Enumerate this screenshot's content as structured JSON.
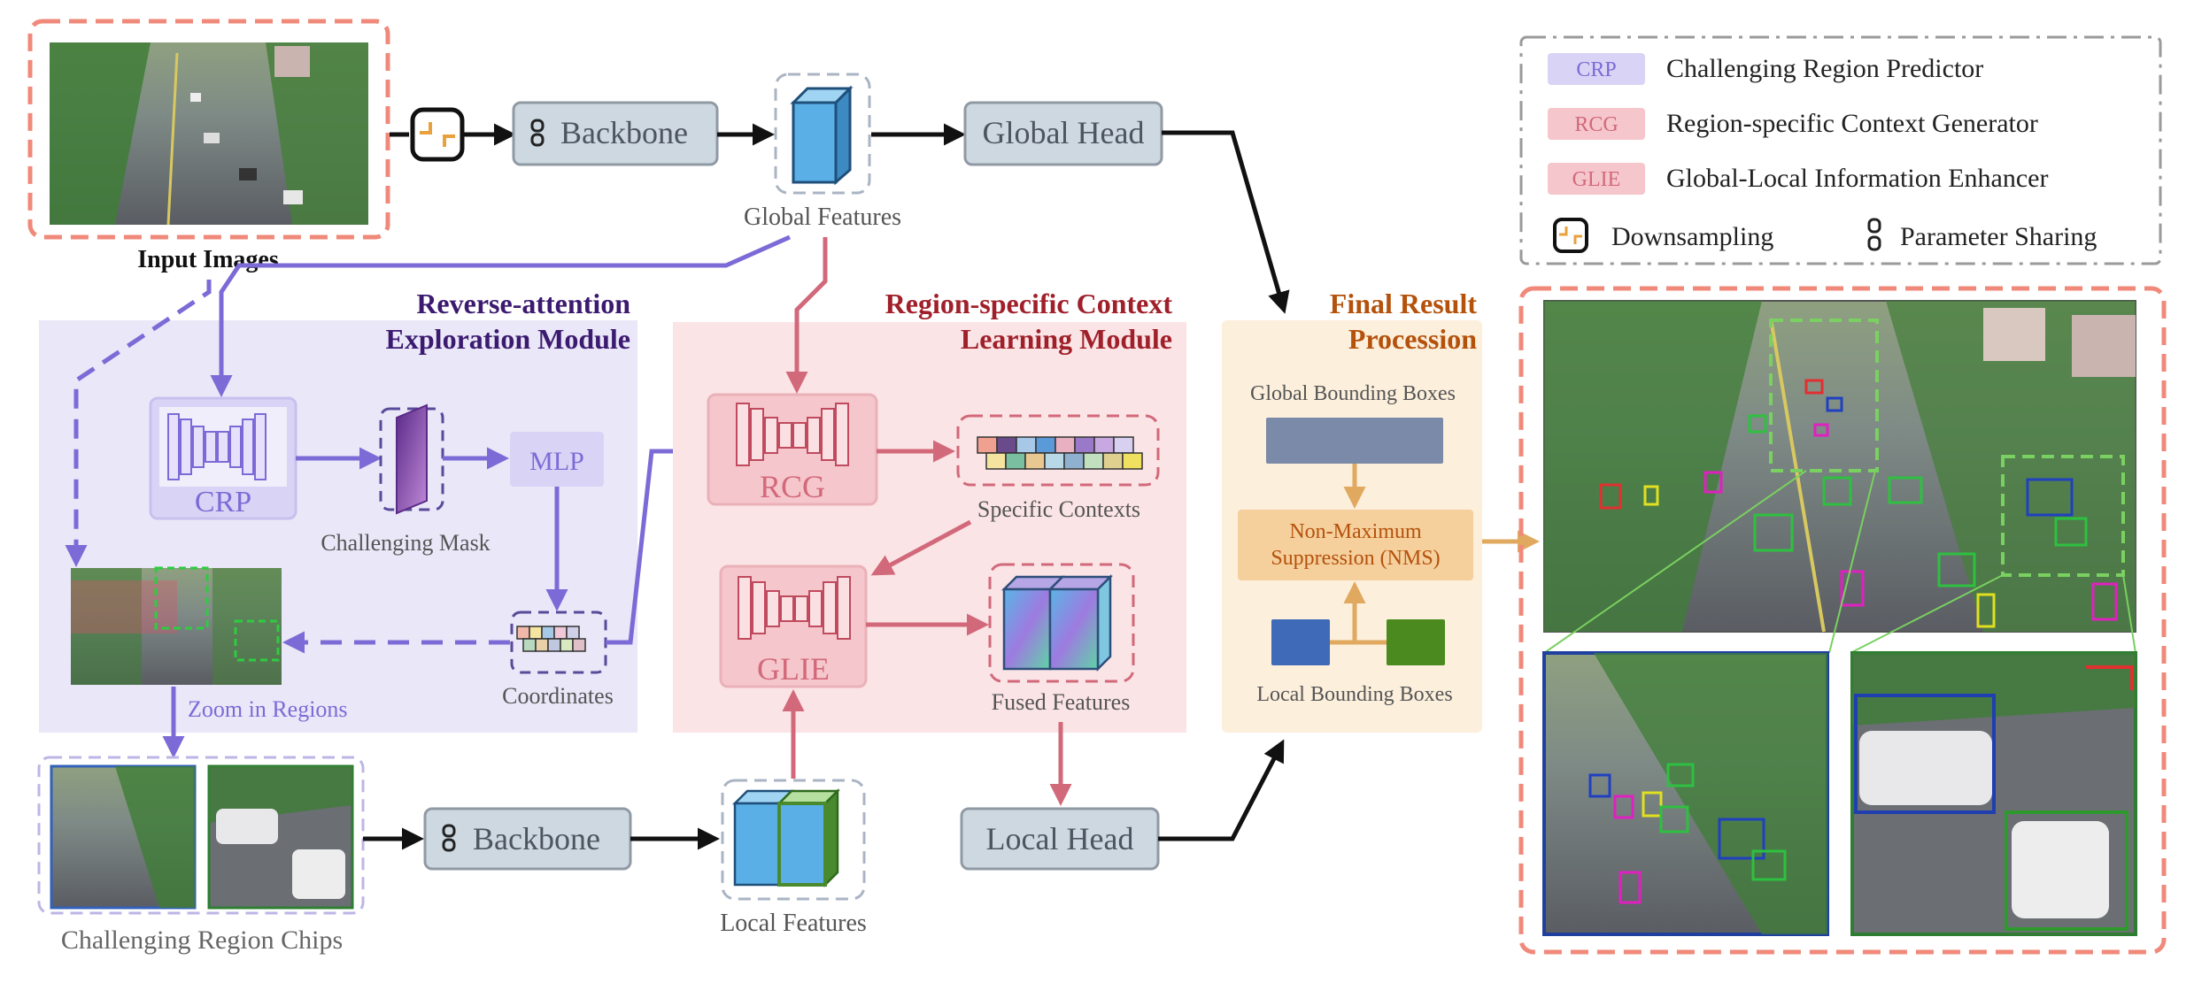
{
  "colors": {
    "purple": "#7c6bd6",
    "purple_light": "#d9d4f5",
    "purple_bg": "#e9e7f8",
    "red": "#d2697a",
    "red_light": "#f5c6cc",
    "red_bg": "#fbe4e6",
    "orange": "#e0a95f",
    "orange_bg": "#fcefdc",
    "gray_box": "#cdd8e1",
    "dashed_salmon": "#f0897a",
    "dark_purple_title": "#3b1a70",
    "dark_red_title": "#a0202a",
    "orange_title": "#b4520c"
  },
  "input": {
    "caption": "Input Images"
  },
  "top_branch": {
    "backbone": "Backbone",
    "global_features": "Global Features",
    "global_head": "Global Head"
  },
  "legend": {
    "crp_tag": "CRP",
    "crp_text": "Challenging Region Predictor",
    "rcg_tag": "RCG",
    "rcg_text": "Region-specific Context Generator",
    "glie_tag": "GLIE",
    "glie_text": "Global-Local Information Enhancer",
    "downsampling": "Downsampling",
    "param_sharing": "Parameter Sharing"
  },
  "rem": {
    "title_line1": "Reverse-attention",
    "title_line2": "Exploration Module",
    "crp": "CRP",
    "mlp": "MLP",
    "challenging_mask": "Challenging Mask",
    "coordinates": "Coordinates",
    "zoom": "Zoom in Regions"
  },
  "rcl": {
    "title_line1": "Region-specific Context",
    "title_line2": "Learning Module",
    "rcg": "RCG",
    "glie": "GLIE",
    "specific_contexts": "Specific Contexts",
    "fused_features": "Fused Features"
  },
  "final": {
    "title_line1": "Final Result",
    "title_line2": "Procession",
    "global_boxes": "Global Bounding Boxes",
    "nms_line1": "Non-Maximum",
    "nms_line2": "Suppression (NMS)",
    "local_boxes": "Local Bounding Boxes"
  },
  "bottom_branch": {
    "chips": "Challenging Region Chips",
    "backbone": "Backbone",
    "local_features": "Local Features",
    "local_head": "Local Head"
  },
  "icons": [
    "downsampling-icon",
    "parameter-sharing-icon",
    "feature-cube-icon",
    "cnn-block-icon"
  ]
}
